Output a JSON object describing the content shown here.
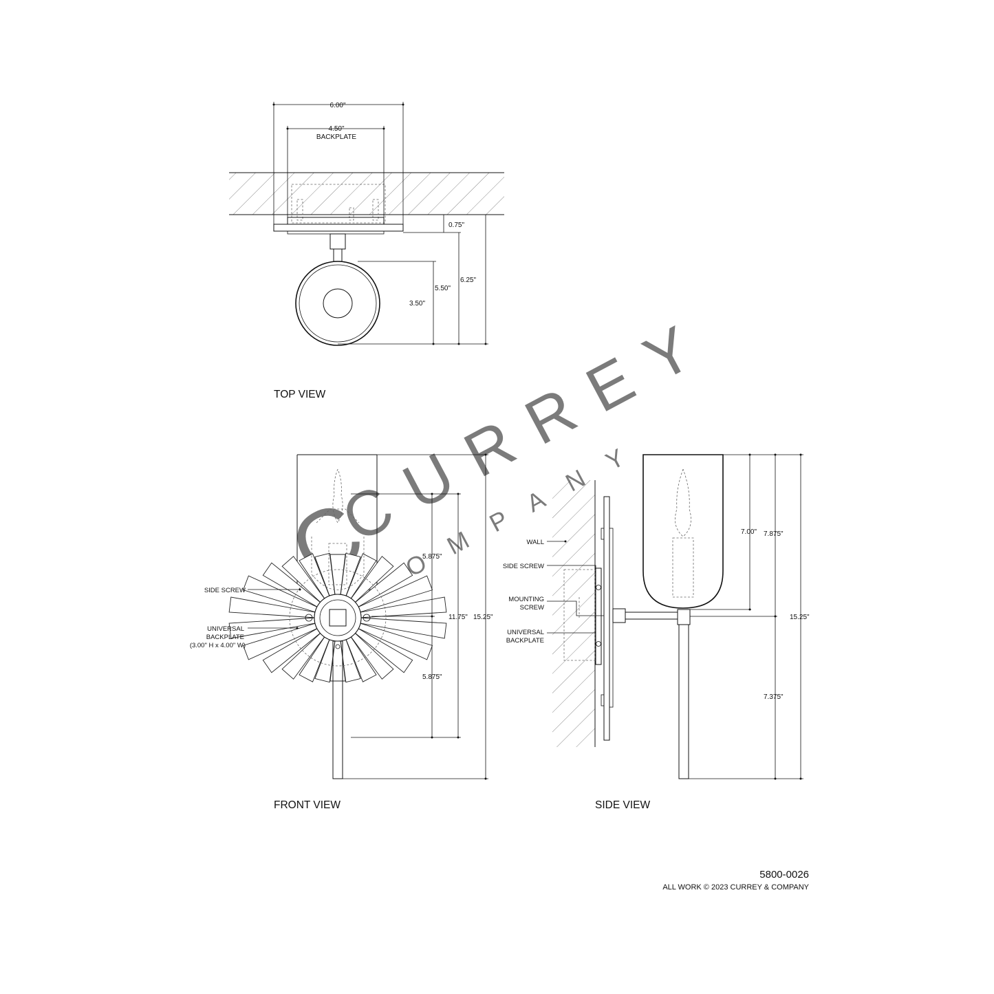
{
  "document": {
    "part_number": "5800-0026",
    "copyright": "ALL WORK © 2023 CURREY & COMPANY",
    "watermark": {
      "brand": "CURREY",
      "sub": "COMPANY",
      "logo_letter": "C"
    }
  },
  "top_view": {
    "label": "TOP VIEW",
    "dims": {
      "overall_width": "6.00\"",
      "backplate_width": "4.50\"",
      "backplate_label": "BACKPLATE",
      "plate_depth": "0.75\"",
      "projection_to_shade": "5.50\"",
      "overall_projection": "6.25\"",
      "shade_diameter": "3.50\""
    }
  },
  "front_view": {
    "label": "FRONT VIEW",
    "callouts": {
      "side_screw": "SIDE SCREW",
      "universal": "UNIVERSAL",
      "backplate": "BACKPLATE",
      "backplate_size": "(3.00\" H x 4.00\" W)"
    },
    "dims": {
      "upper": "5.875\"",
      "lower": "5.875\"",
      "backplate_height": "11.75\"",
      "overall_height": "15.25\""
    }
  },
  "side_view": {
    "label": "SIDE VIEW",
    "callouts": {
      "wall": "WALL",
      "side_screw": "SIDE SCREW",
      "mounting": "MOUNTING",
      "screw": "SCREW",
      "universal": "UNIVERSAL",
      "backplate": "BACKPLATE"
    },
    "dims": {
      "shade_height": "7.00\"",
      "top_to_arm": "7.875\"",
      "arm_to_bottom": "7.375\"",
      "overall_height": "15.25\""
    }
  }
}
